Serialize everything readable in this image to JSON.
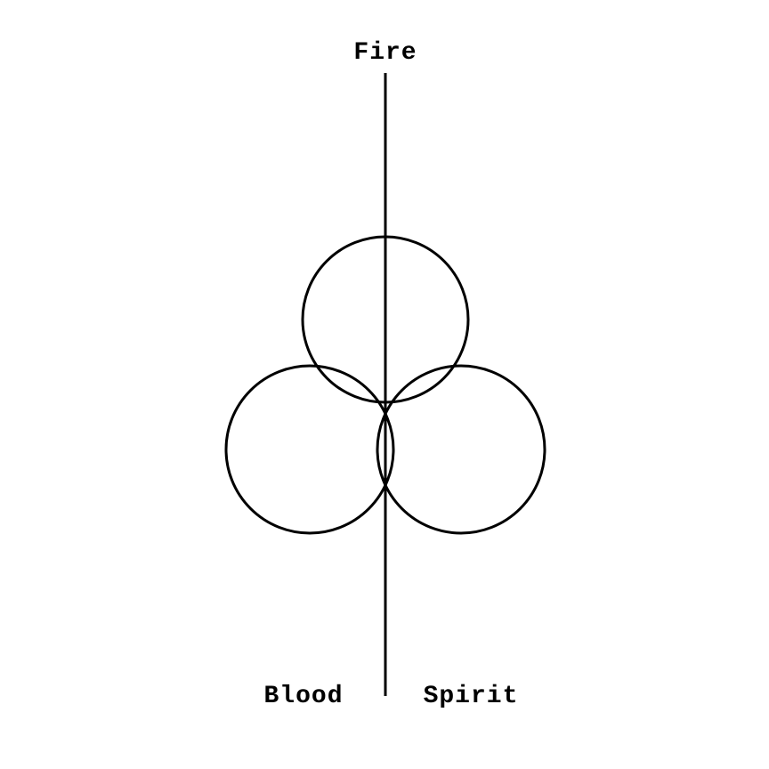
{
  "labels": {
    "top": "Fire",
    "bottom_left": "Blood",
    "bottom_right": "Spirit"
  },
  "colors": {
    "stroke": "#000000",
    "background": "#ffffff"
  }
}
